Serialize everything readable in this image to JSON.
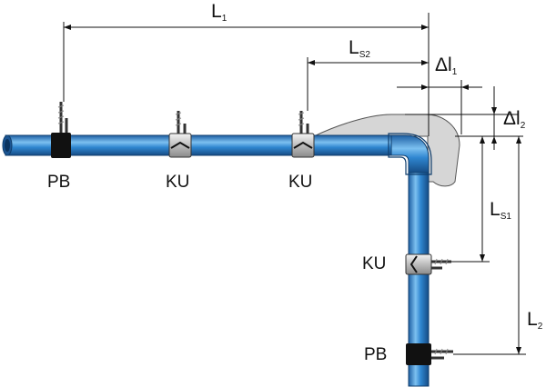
{
  "dimensions": {
    "L1": {
      "main": "L",
      "sub": "1"
    },
    "Ls2": {
      "main": "L",
      "sub": "S2"
    },
    "dl1": {
      "main": "Δl",
      "sub": "1"
    },
    "dl2": {
      "main": "Δl",
      "sub": "2"
    },
    "Ls1": {
      "main": "L",
      "sub": "S1"
    },
    "L2": {
      "main": "L",
      "sub": "2"
    }
  },
  "supports": {
    "horizontal": [
      "PB",
      "KU",
      "KU"
    ],
    "vertical": [
      "KU",
      "PB"
    ]
  },
  "colors": {
    "pipe": "#2f86d0",
    "pipe_dark": "#1d5fa3",
    "pipe_light": "#7cc0f0",
    "expansion_zone": "#d6d6d6",
    "clamp_fixed": "#111111",
    "clamp_sliding": "#e6e6e6"
  }
}
